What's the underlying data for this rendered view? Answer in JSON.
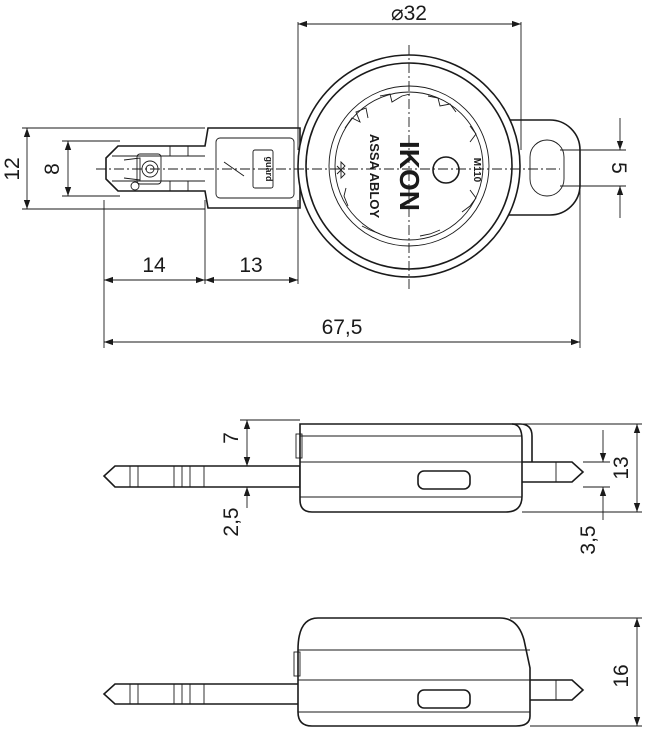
{
  "dimensions": {
    "diameter": "⌀32",
    "width_12": "12",
    "width_8": "8",
    "slot_5": "5",
    "len_14": "14",
    "len_13": "13",
    "overall": "67,5",
    "height_7": "7",
    "height_2_5": "2,5",
    "height_13": "13",
    "height_3_5": "3,5",
    "height_16": "16"
  },
  "logo": {
    "brand": "IKON",
    "group": "ASSA ABLOY",
    "model": "M110",
    "tag": "guard"
  },
  "icons": {
    "bluetooth": "bluetooth-icon"
  }
}
